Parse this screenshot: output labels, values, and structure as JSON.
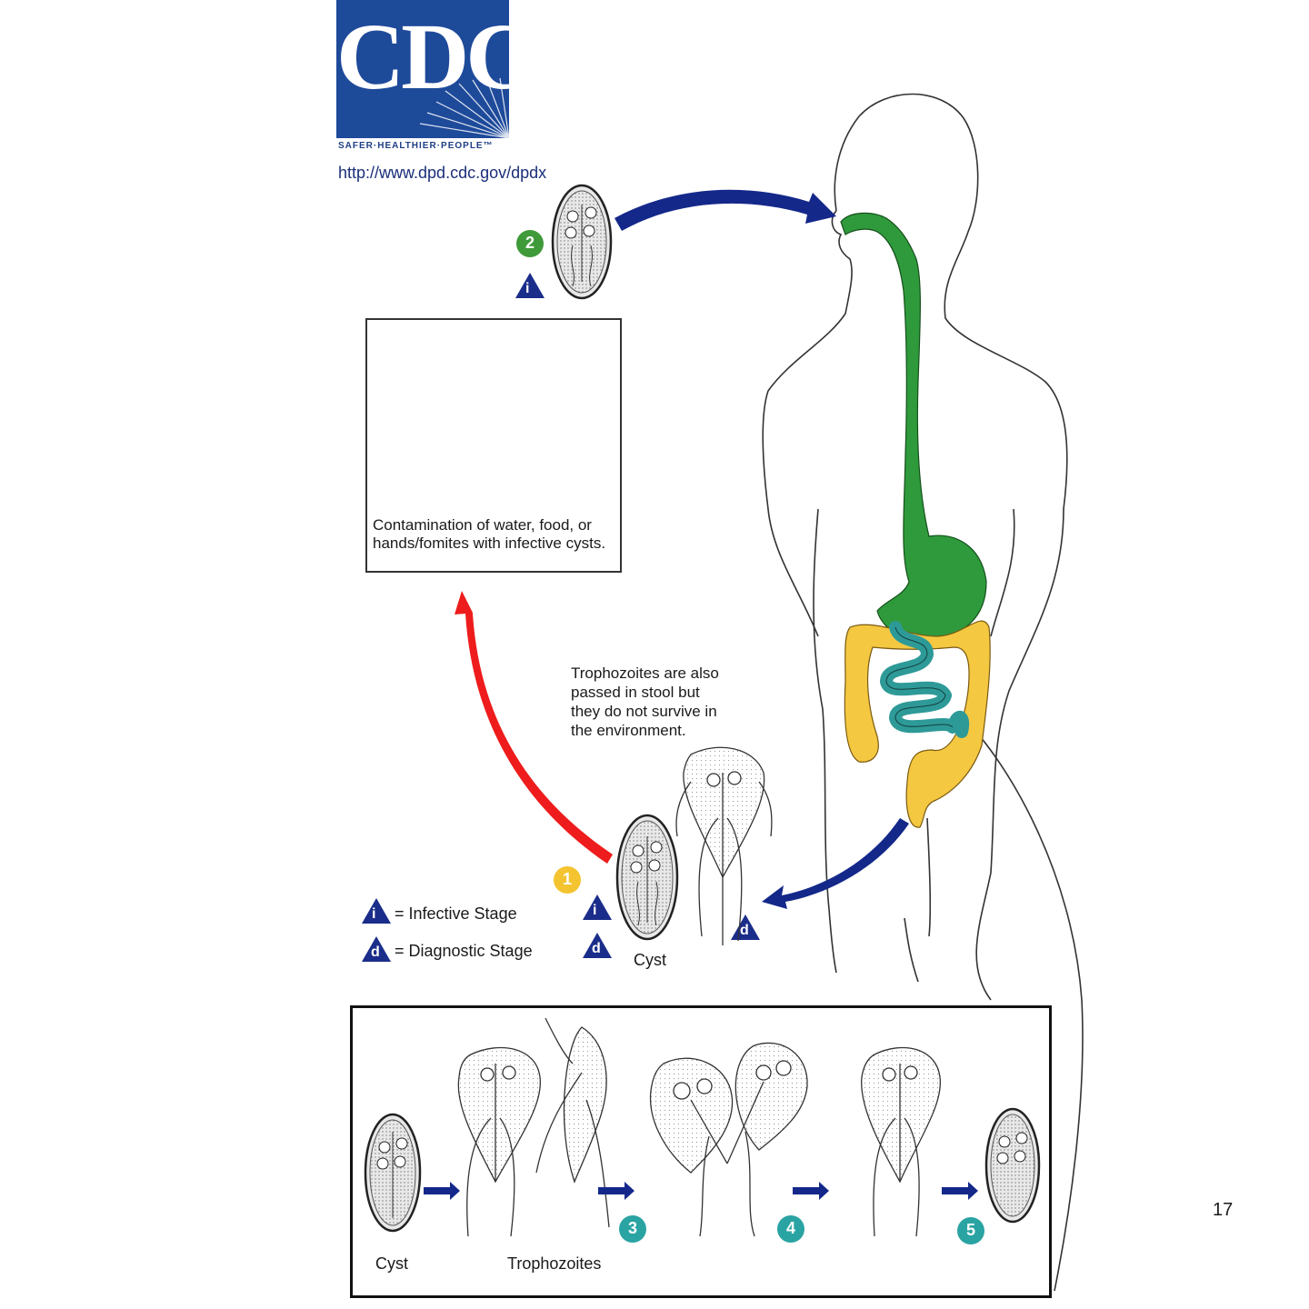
{
  "logo": {
    "text": "CDC",
    "tagline": "SAFER·HEALTHIER·PEOPLE™"
  },
  "url": "http://www.dpd.cdc.gov/dpdx",
  "contamination": {
    "caption_line1": "Contamination of water, food, or",
    "caption_line2": "hands/fomites with infective cysts."
  },
  "trophozoite_note": {
    "lines": [
      "Trophozoites are also",
      "passed in stool but",
      "they do not survive in",
      "the environment."
    ]
  },
  "legend": {
    "infective_symbol": "i",
    "infective_label": "= Infective Stage",
    "diagnostic_symbol": "d",
    "diagnostic_label": "= Diagnostic Stage"
  },
  "stages": {
    "step1": "1",
    "step2": "2",
    "step3": "3",
    "step4": "4",
    "step5": "5"
  },
  "labels": {
    "cyst": "Cyst",
    "cyst_box": "Cyst",
    "trophozoites": "Trophozoites"
  },
  "page_number": "17",
  "colors": {
    "logo_blue": "#1e4a9a",
    "arrow_blue": "#14288a",
    "arrow_red": "#ee1c1c",
    "gut_green": "#2f9a3c",
    "colon_yellow": "#f5c842",
    "intestine_teal": "#2e9a98",
    "step_green": "#3f9a3a",
    "step_yellow": "#f4c430",
    "step_teal": "#2aa3a3"
  }
}
